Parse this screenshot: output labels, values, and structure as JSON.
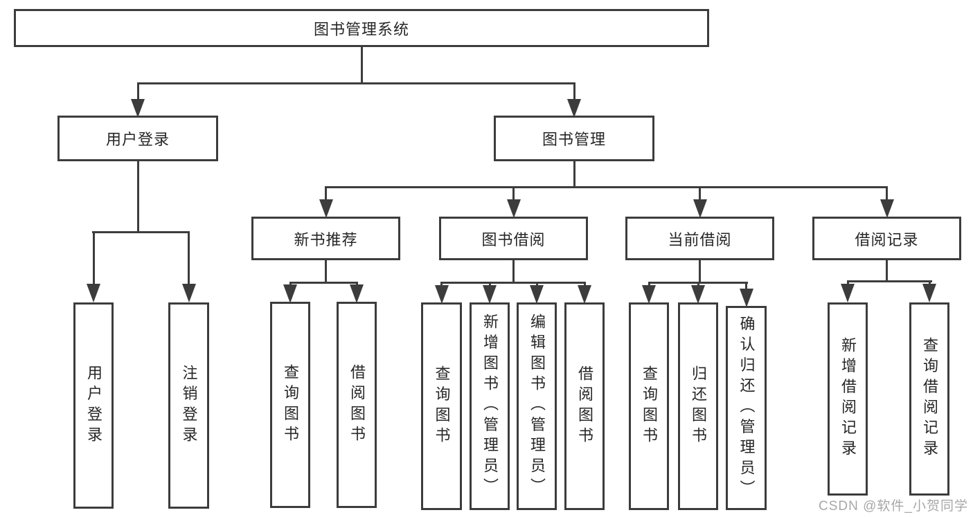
{
  "nodes": {
    "root": "图书管理系统",
    "user_login": "用户登录",
    "book_management": "图书管理",
    "new_book_recommend": "新书推荐",
    "book_borrow": "图书借阅",
    "current_borrow": "当前借阅",
    "borrow_records": "借阅记录",
    "leaves": {
      "user_login_login": "用户登录",
      "user_login_logout": "注销登录",
      "newbook_query_books": "查询图书",
      "newbook_borrow_books": "借阅图书",
      "borrow_query_books": "查询图书",
      "borrow_add_books_admin": "新增图书（管理员）",
      "borrow_edit_books_admin": "编辑图书（管理员）",
      "borrow_borrow_books": "借阅图书",
      "current_query_books": "查询图书",
      "current_return_books": "归还图书",
      "current_confirm_return_admin": "确认归还（管理员）",
      "records_add_record": "新增借阅记录",
      "records_query_record": "查询借阅记录"
    }
  },
  "watermark": "CSDN @软件_小贺同学",
  "colors": {
    "line": "#3c3c3c",
    "text": "#262626",
    "box_background": "#ffffff",
    "page_background": "#ffffff",
    "watermark": "#9e9e9e"
  }
}
